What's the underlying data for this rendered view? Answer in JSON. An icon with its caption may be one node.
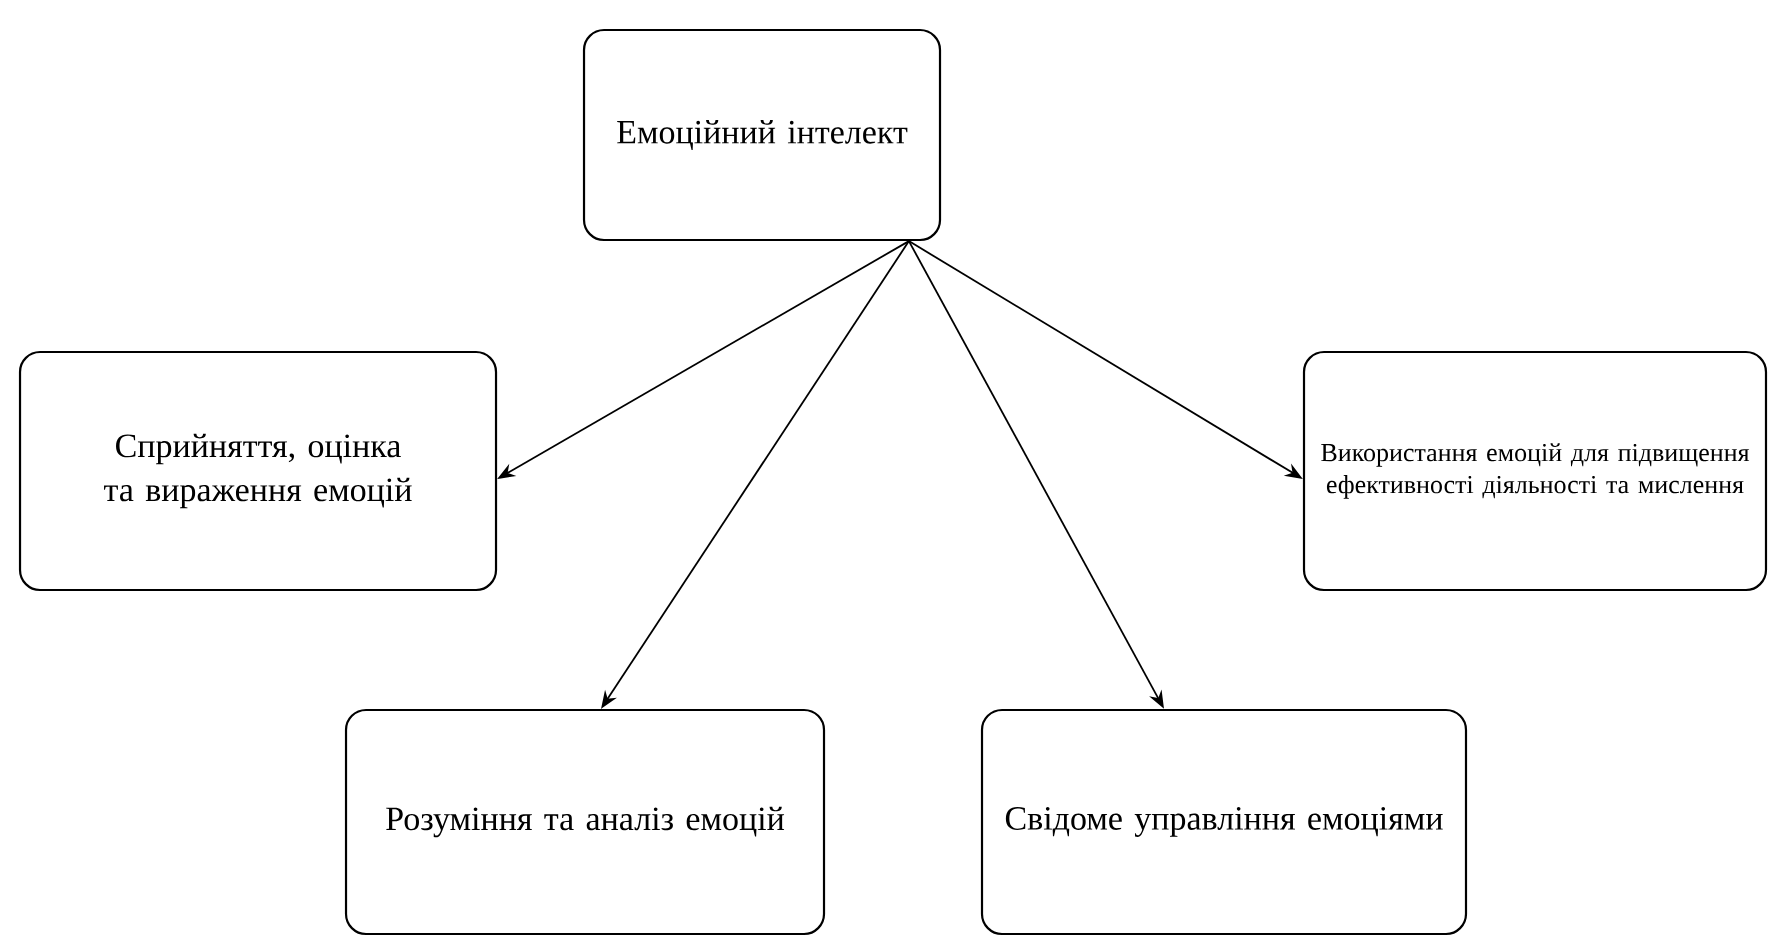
{
  "diagram": {
    "nodes": [
      {
        "text": [
          "Емоційний інтелект"
        ]
      },
      {
        "text": [
          "Сприйняття, оцінка та вираження емоцій"
        ]
      },
      {
        "text": [
          "Використання емоцій для підвищення ефективності діяльності та мислення"
        ]
      },
      {
        "text": [
          "Розуміння та аналіз емоцій"
        ]
      },
      {
        "text": [
          "Свідоме управління емоціями"
        ]
      }
    ],
    "edges": [
      {
        "from": 0,
        "to": 1,
        "arrow": "to"
      },
      {
        "from": 0,
        "to": 3,
        "arrow": "to"
      },
      {
        "from": 0,
        "to": 4,
        "arrow": "to"
      },
      {
        "from": 0,
        "to": 2,
        "arrow": "to"
      }
    ]
  }
}
